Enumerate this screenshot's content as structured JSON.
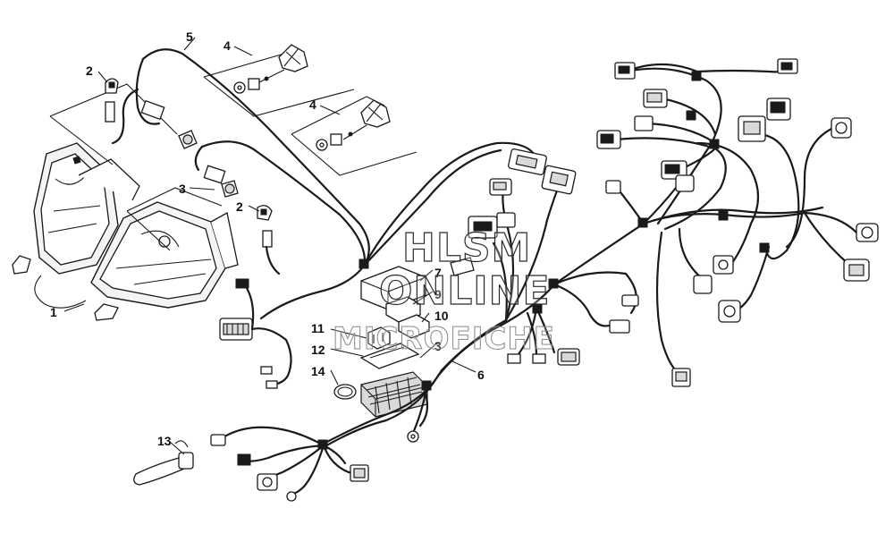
{
  "callouts": [
    {
      "id": "label-1",
      "text": "1"
    },
    {
      "id": "label-2a",
      "text": "2"
    },
    {
      "id": "label-2b",
      "text": "2"
    },
    {
      "id": "label-3a",
      "text": "3"
    },
    {
      "id": "label-3b",
      "text": "3"
    },
    {
      "id": "label-4a",
      "text": "4"
    },
    {
      "id": "label-4b",
      "text": "4"
    },
    {
      "id": "label-5",
      "text": "5"
    },
    {
      "id": "label-6",
      "text": "6"
    },
    {
      "id": "label-7",
      "text": "7"
    },
    {
      "id": "label-9",
      "text": "9"
    },
    {
      "id": "label-10",
      "text": "10"
    },
    {
      "id": "label-11",
      "text": "11"
    },
    {
      "id": "label-12",
      "text": "12"
    },
    {
      "id": "label-13",
      "text": "13"
    },
    {
      "id": "label-14",
      "text": "14"
    }
  ],
  "watermark": {
    "line1": "HLSM",
    "line2": "ONLINE",
    "line3": "MICROFICHE"
  }
}
